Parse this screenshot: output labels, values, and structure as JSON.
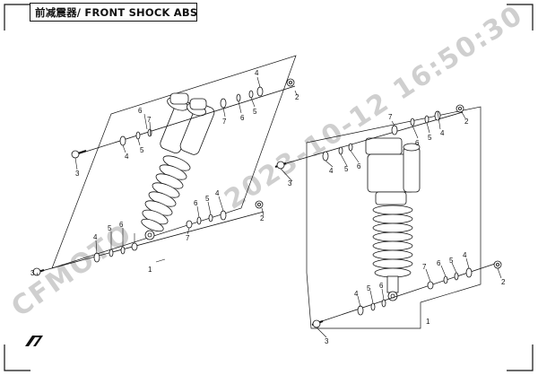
{
  "header": {
    "title": "前减震器/ FRONT SHOCK ABSORBER"
  },
  "watermark": {
    "left_text": "CFMOTO",
    "datetime": "2023-10-12   16:50:30"
  },
  "left_assembly": {
    "callouts": [
      {
        "id": "l1",
        "label": "1"
      },
      {
        "id": "l2a",
        "label": "2"
      },
      {
        "id": "l2b",
        "label": "2"
      },
      {
        "id": "l3a",
        "label": "3"
      },
      {
        "id": "l3b",
        "label": "3"
      },
      {
        "id": "l4a",
        "label": "4"
      },
      {
        "id": "l4b",
        "label": "4"
      },
      {
        "id": "l4c",
        "label": "4"
      },
      {
        "id": "l4d",
        "label": "4"
      },
      {
        "id": "l5a",
        "label": "5"
      },
      {
        "id": "l5b",
        "label": "5"
      },
      {
        "id": "l5c",
        "label": "5"
      },
      {
        "id": "l5d",
        "label": "5"
      },
      {
        "id": "l6a",
        "label": "6"
      },
      {
        "id": "l6b",
        "label": "6"
      },
      {
        "id": "l6c",
        "label": "6"
      },
      {
        "id": "l6d",
        "label": "6"
      },
      {
        "id": "l7a",
        "label": "7"
      },
      {
        "id": "l7b",
        "label": "7"
      },
      {
        "id": "l7c",
        "label": "7"
      }
    ]
  },
  "right_assembly": {
    "callouts": [
      {
        "id": "r1",
        "label": "1"
      },
      {
        "id": "r2a",
        "label": "2"
      },
      {
        "id": "r2b",
        "label": "2"
      },
      {
        "id": "r3a",
        "label": "3"
      },
      {
        "id": "r3b",
        "label": "3"
      },
      {
        "id": "r4a",
        "label": "4"
      },
      {
        "id": "r4b",
        "label": "4"
      },
      {
        "id": "r4c",
        "label": "4"
      },
      {
        "id": "r4d",
        "label": "4"
      },
      {
        "id": "r5a",
        "label": "5"
      },
      {
        "id": "r5b",
        "label": "5"
      },
      {
        "id": "r5c",
        "label": "5"
      },
      {
        "id": "r5d",
        "label": "5"
      },
      {
        "id": "r6a",
        "label": "6"
      },
      {
        "id": "r6b",
        "label": "6"
      },
      {
        "id": "r6c",
        "label": "6"
      },
      {
        "id": "r6d",
        "label": "6"
      },
      {
        "id": "r7a",
        "label": "7"
      },
      {
        "id": "r7b",
        "label": "7"
      }
    ]
  },
  "colors": {
    "line": "#111111",
    "watermark": "#cfcfcf",
    "background": "#ffffff"
  }
}
